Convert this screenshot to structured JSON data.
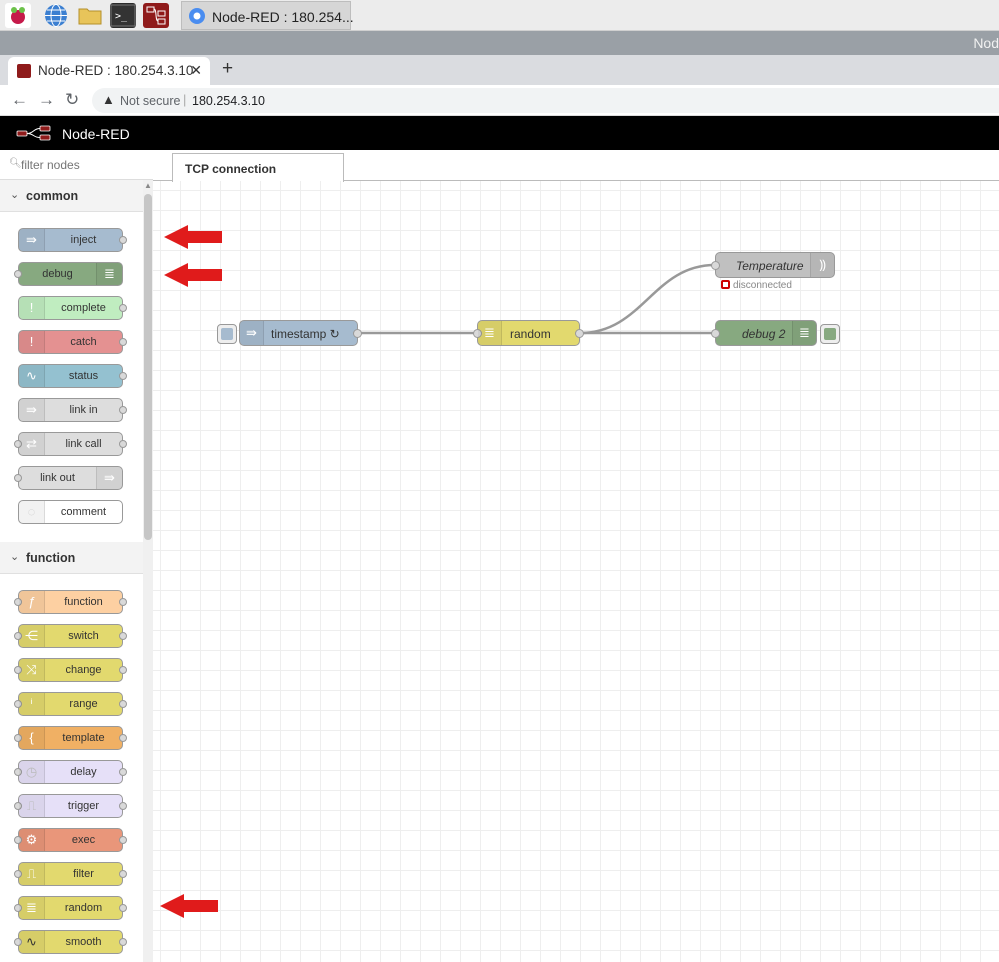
{
  "taskbar": {
    "active_task": "Node-RED : 180.254...",
    "icons": [
      "raspberry-menu-icon",
      "web-browser-icon",
      "file-manager-icon",
      "terminal-icon",
      "node-red-icon"
    ]
  },
  "browser": {
    "window_title": "Nod",
    "tab_title": "Node-RED : 180.254.3.10",
    "security_label": "Not secure",
    "url": "180.254.3.10"
  },
  "app": {
    "name": "Node-RED"
  },
  "palette": {
    "filter_placeholder": "filter nodes",
    "categories": [
      {
        "label": "common",
        "nodes": [
          "inject",
          "debug",
          "complete",
          "catch",
          "status",
          "link in",
          "link call",
          "link out",
          "comment"
        ]
      },
      {
        "label": "function",
        "nodes": [
          "function",
          "switch",
          "change",
          "range",
          "template",
          "delay",
          "trigger",
          "exec",
          "filter",
          "random",
          "smooth"
        ]
      }
    ]
  },
  "workspace": {
    "flow_tab": "TCP connection",
    "nodes": {
      "timestamp": "timestamp ↻",
      "random": "random",
      "temperature": "Temperature",
      "temperature_status": "disconnected",
      "debug2": "debug 2"
    }
  },
  "colors": {
    "inject": "#a6bbcf",
    "debug": "#87a980",
    "complete": "#c0edc0",
    "catch": "#e49191",
    "status": "#94c1d0",
    "link": "#dddddd",
    "function_node": "#fdd0a2",
    "switch_change": "#e2d96e",
    "template": "#f0b064",
    "delay_trigger": "#e6e0f8",
    "exec": "#e9967a",
    "annotation_arrow": "#e01b1b"
  }
}
